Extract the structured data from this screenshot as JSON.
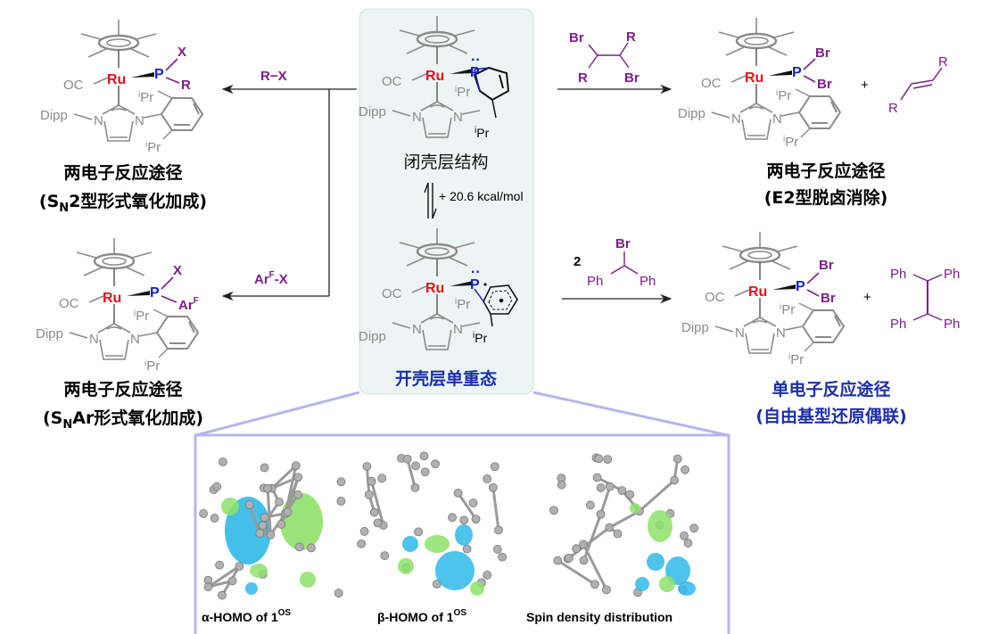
{
  "atoms": {
    "ru": "Ru",
    "p": "P",
    "oc": "OC",
    "dipp": "Dipp",
    "n": "N",
    "i": "i",
    "pr": "Pr",
    "x": "X",
    "r": "R",
    "br": "Br",
    "ph": "Ph",
    "arf_ar": "Ar",
    "arf_f": "F"
  },
  "left": {
    "reagent1": "R−X",
    "reagent2_ar": "Ar",
    "reagent2_sup": "F",
    "reagent2_x": "-X",
    "caption1_line1": "两电子反应途径",
    "caption1_line2_a": "(S",
    "caption1_line2_sub": "N",
    "caption1_line2_b": "2型形式氧化加成)",
    "caption2_line1": "两电子反应途径",
    "caption2_line2_a": "(S",
    "caption2_line2_sub": "N",
    "caption2_line2_b": "Ar形式氧化加成)"
  },
  "center": {
    "closed_shell_label": "闭壳层结构",
    "equilibrium_energy": "+ 20.6 kcal/mol",
    "open_shell_label": "开壳层单重态"
  },
  "right": {
    "coefficient": "2",
    "plus": "+",
    "caption1_line1": "两电子反应途径",
    "caption1_line2": "(E2型脱卤消除)",
    "caption2_line1": "单电子反应途径",
    "caption2_line2": "(自由基型还原偶联)"
  },
  "orbitals": {
    "alpha_prefix": "α-HOMO of 1",
    "alpha_sup": "OS",
    "beta_prefix": "β-HOMO of 1",
    "beta_sup": "OS",
    "spin": "Spin density distribution"
  },
  "colors": {
    "ru": "#e3121b",
    "p": "#1520c8",
    "reagent": "#7a1f88",
    "open_shell": "#1b2fa8",
    "orbital_pos": "#2fb8e8",
    "orbital_neg": "#8ee06a",
    "panel_border": "#b8b4ec"
  }
}
